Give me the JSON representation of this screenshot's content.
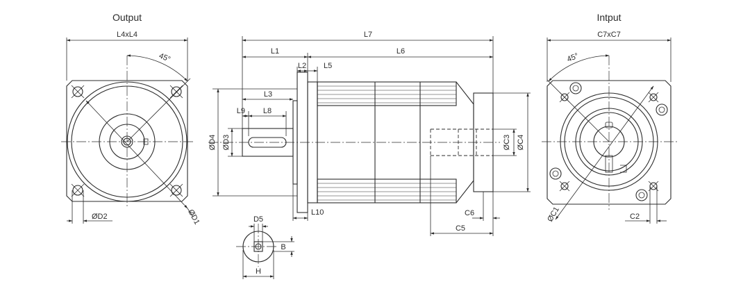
{
  "views": {
    "output": {
      "title": "Output",
      "width_label": "L4xL4",
      "angle_label": "45°",
      "d1_label": "ØD1",
      "d2_label": "ØD2"
    },
    "side": {
      "l1": "L1",
      "l2": "L2",
      "l3": "L3",
      "l5": "L5",
      "l6": "L6",
      "l7": "L7",
      "l8": "L8",
      "l9": "L9",
      "l10": "L10",
      "d3": "ØD3",
      "d4": "ØD4",
      "c3": "ØC3",
      "c4": "ØC4",
      "c5": "C5",
      "c6": "C6"
    },
    "shaft_section": {
      "d5": "D5",
      "b": "B",
      "h": "H"
    },
    "input": {
      "title": "Intput",
      "width_label": "C7xC7",
      "angle_label": "45°",
      "c1_label": "ØC1",
      "c2_label": "C2"
    }
  }
}
